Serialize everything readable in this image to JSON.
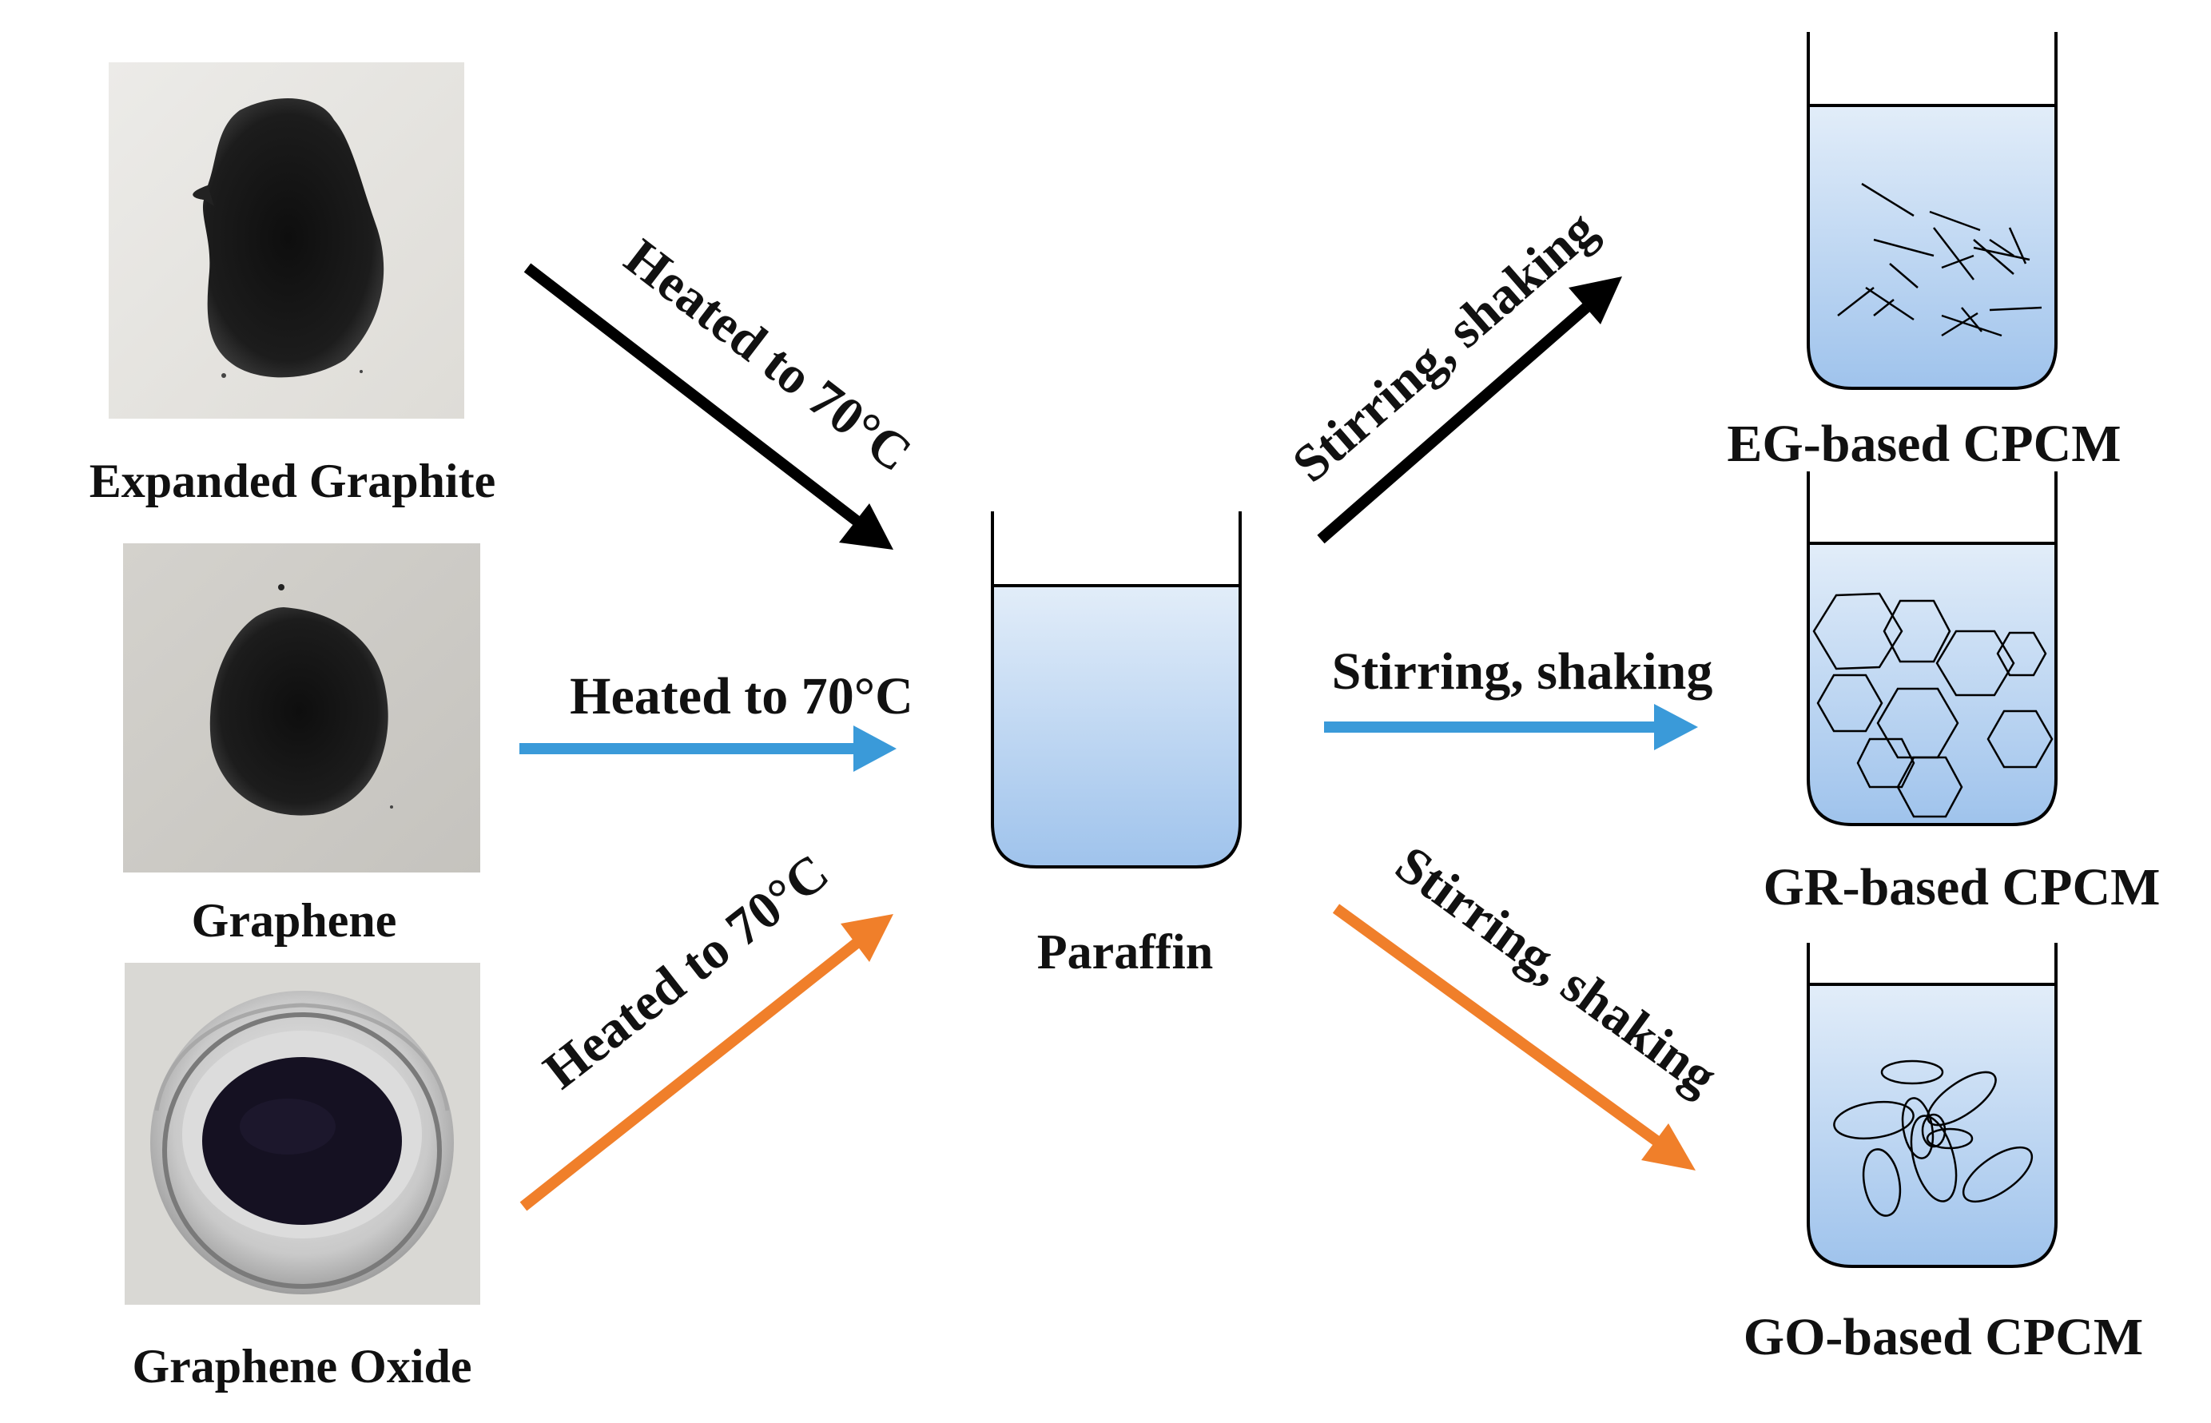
{
  "materials": {
    "expanded_graphite": "Expanded Graphite",
    "graphene": "Graphene",
    "graphene_oxide": "Graphene Oxide"
  },
  "center": {
    "paraffin": "Paraffin"
  },
  "steps": {
    "heat_eg": "Heated to 70°C",
    "heat_gr": "Heated to 70°C",
    "heat_go": "Heated to 70°C",
    "stir_eg": "Stirring, shaking",
    "stir_gr": "Stirring, shaking",
    "stir_go": "Stirring, shaking"
  },
  "products": {
    "eg": "EG-based CPCM",
    "gr": "GR-based CPCM",
    "go": "GO-based CPCM"
  },
  "colors": {
    "eg_arrow": "#000000",
    "gr_arrow": "#3a9ad9",
    "go_arrow": "#f07f2a",
    "liquid_top": "#dbe9f8",
    "liquid_bottom": "#a6c8ee",
    "photo_bg": "#e6e5e1",
    "powder": "#1a1a1a"
  }
}
